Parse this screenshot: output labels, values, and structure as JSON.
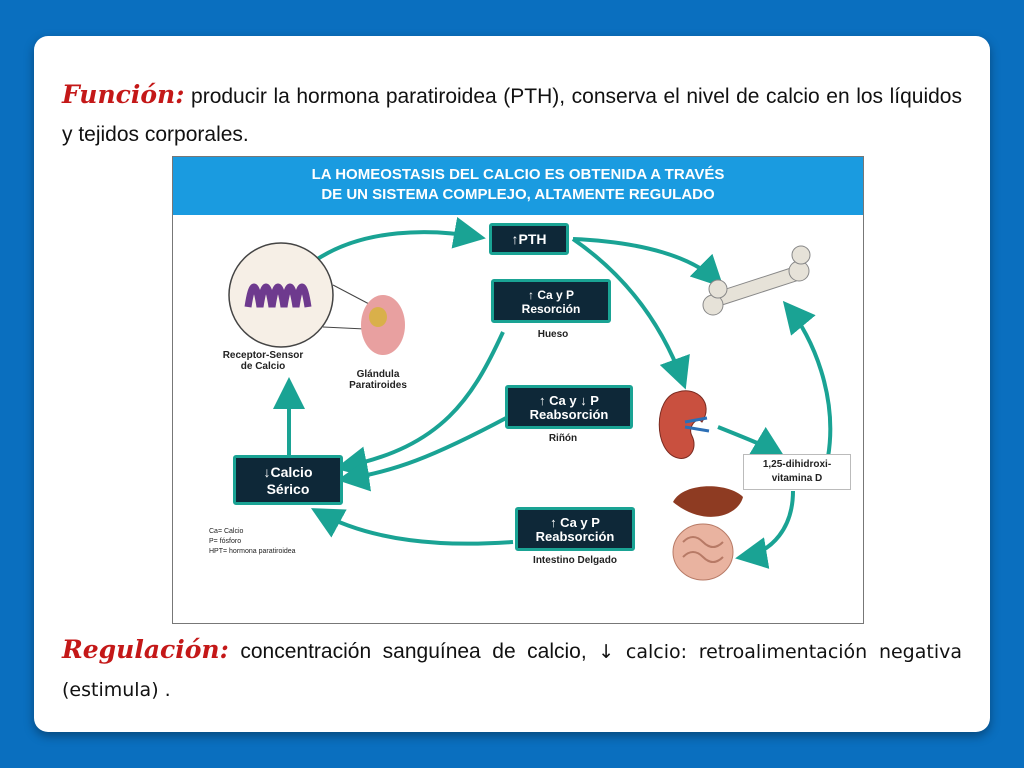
{
  "text": {
    "funcion_label": "Función:",
    "funcion_text": " producir la hormona paratiroidea (PTH), conserva el nivel de calcio en los líquidos y tejidos corporales.",
    "regulacion_label": "Regulación:",
    "regulacion_text1": " concentración sanguínea de calcio, ",
    "regulacion_text2": "↓ calcio: retroalimentación negativa (estimula) ."
  },
  "diagram": {
    "banner_line1": "La homeostasis del calcio es obtenida a través",
    "banner_line2": "de un sistema complejo, altamente regulado",
    "pth": "↑PTH",
    "hueso_box_line1": "↑ Ca y P",
    "hueso_box_line2": "Resorción",
    "hueso_label": "Hueso",
    "rinon_box_line1": "↑ Ca y ↓ P",
    "rinon_box_line2": "Reabsorción",
    "rinon_label": "Riñón",
    "intestino_box_line1": "↑ Ca y P",
    "intestino_box_line2": "Reabsorción",
    "intestino_label": "Intestino Delgado",
    "calcio_line1": "↓Calcio",
    "calcio_line2": "Sérico",
    "receptor_line1": "Receptor-Sensor",
    "receptor_line2": "de Calcio",
    "glandula_line1": "Glándula",
    "glandula_line2": "Paratiroides",
    "vitamina_line1": "1,25-dihidroxi-",
    "vitamina_line2": "vitamina D",
    "legend": [
      "Ca= Calcio",
      "P= fósforo",
      "HPT= hormona paratiroidea"
    ]
  },
  "colors": {
    "background": "#0a6fbf",
    "keyword": "#c41818",
    "banner": "#1a9be0",
    "arrow": "#1aa394",
    "box": "#0e2838"
  }
}
